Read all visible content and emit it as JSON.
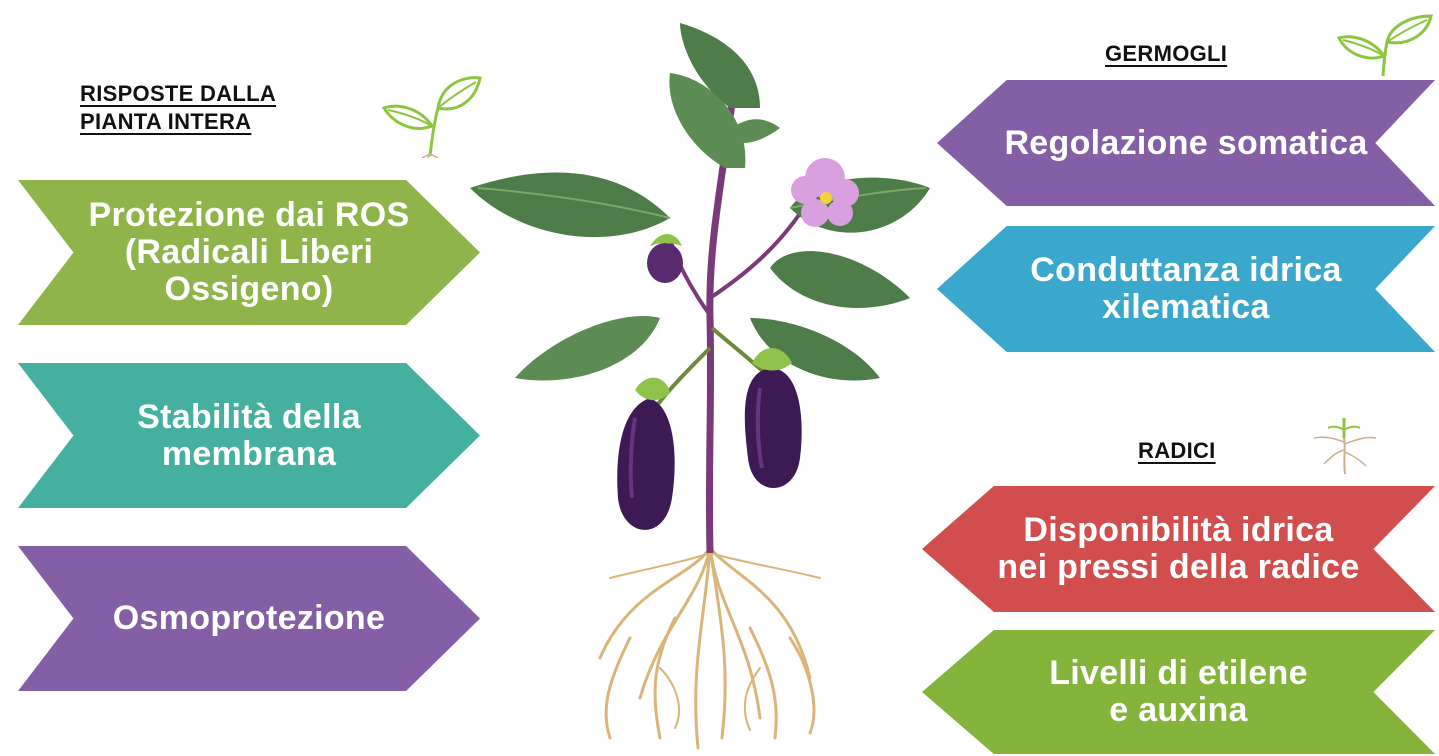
{
  "left_section": {
    "heading_line1": "RISPOSTE DALLA",
    "heading_line2": "PIANTA INTERA",
    "items": [
      {
        "lines": [
          "Protezione dai ROS",
          "(Radicali Liberi",
          "Ossigeno)"
        ],
        "color": "#8fb54a"
      },
      {
        "lines": [
          "Stabilità della",
          "membrana"
        ],
        "color": "#45b0a0"
      },
      {
        "lines": [
          "Osmoprotezione"
        ],
        "color": "#855fa5"
      }
    ]
  },
  "right_top_section": {
    "heading": "GERMOGLI",
    "items": [
      {
        "lines": [
          "Regolazione somatica"
        ],
        "color": "#855fa5"
      },
      {
        "lines": [
          "Conduttanza idrica",
          "xilematica"
        ],
        "color": "#3aa8cc"
      }
    ]
  },
  "right_bottom_section": {
    "heading": "RADICI",
    "items": [
      {
        "lines": [
          "Disponibilità idrica",
          "nei pressi della radice"
        ],
        "color": "#d24e4e"
      },
      {
        "lines": [
          "Livelli di etilene",
          "e auxina"
        ],
        "color": "#84b43c"
      }
    ]
  },
  "icons": {
    "sprout_left": "sprout-icon",
    "sprout_right": "sprout-icon",
    "root": "root-icon",
    "plant": "eggplant-plant-illustration"
  }
}
